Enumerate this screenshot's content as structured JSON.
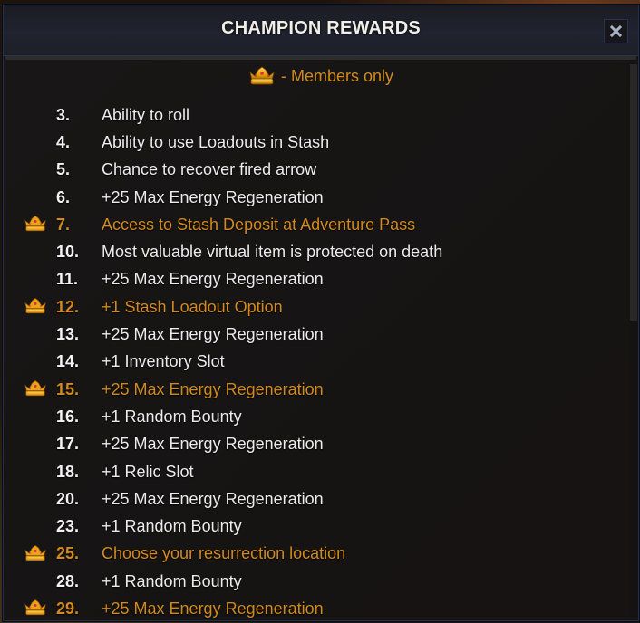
{
  "window": {
    "title": "CHAMPION REWARDS",
    "close_icon": "close-x-icon"
  },
  "legend": {
    "icon": "crown-icon",
    "label": "- Members only"
  },
  "colors": {
    "member_gold": "#d08a1f",
    "standard_text": "#ececec",
    "panel_bg": "#161414",
    "header_bg": "#202330",
    "border_blue": "#24304a"
  },
  "rewards": [
    {
      "level": "3.",
      "text": "Ability to roll",
      "members_only": false
    },
    {
      "level": "4.",
      "text": "Ability to use Loadouts in Stash",
      "members_only": false
    },
    {
      "level": "5.",
      "text": "Chance to recover fired arrow",
      "members_only": false
    },
    {
      "level": "6.",
      "text": "+25 Max Energy Regeneration",
      "members_only": false
    },
    {
      "level": "7.",
      "text": "Access to Stash Deposit at Adventure Pass",
      "members_only": true
    },
    {
      "level": "10.",
      "text": "Most valuable virtual item is protected on death",
      "members_only": false
    },
    {
      "level": "11.",
      "text": "+25 Max Energy Regeneration",
      "members_only": false
    },
    {
      "level": "12.",
      "text": "+1 Stash Loadout Option",
      "members_only": true
    },
    {
      "level": "13.",
      "text": "+25 Max Energy Regeneration",
      "members_only": false
    },
    {
      "level": "14.",
      "text": "+1 Inventory Slot",
      "members_only": false
    },
    {
      "level": "15.",
      "text": "+25 Max Energy Regeneration",
      "members_only": true
    },
    {
      "level": "16.",
      "text": "+1 Random Bounty",
      "members_only": false
    },
    {
      "level": "17.",
      "text": "+25 Max Energy Regeneration",
      "members_only": false
    },
    {
      "level": "18.",
      "text": "+1 Relic Slot",
      "members_only": false
    },
    {
      "level": "20.",
      "text": "+25 Max Energy Regeneration",
      "members_only": false
    },
    {
      "level": "23.",
      "text": "+1 Random Bounty",
      "members_only": false
    },
    {
      "level": "25.",
      "text": "Choose your resurrection location",
      "members_only": true
    },
    {
      "level": "28.",
      "text": "+1 Random Bounty",
      "members_only": false
    },
    {
      "level": "29.",
      "text": "+25 Max Energy Regeneration",
      "members_only": true
    }
  ]
}
